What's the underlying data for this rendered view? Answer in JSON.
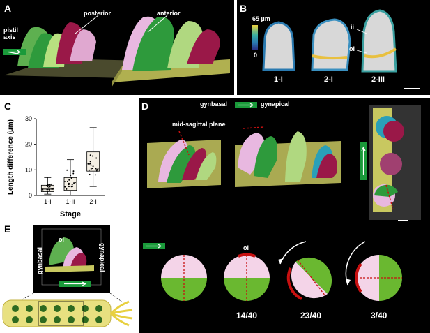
{
  "panel_labels": {
    "a": "A",
    "b": "B",
    "c": "C",
    "d": "D",
    "e": "E"
  },
  "panel_a": {
    "pistil_axis": "pistil\naxis",
    "posterior": "posterior",
    "anterior": "anterior"
  },
  "panel_b": {
    "scale_max": "65 µm",
    "scale_min": "0",
    "stages": [
      "1-I",
      "2-I",
      "2-III"
    ],
    "ii": "ii",
    "oi": "oi"
  },
  "panel_c": {
    "chart_data": {
      "type": "box",
      "ylabel": "Length difference (µm)",
      "xlabel": "Stage",
      "categories": [
        "1-I",
        "1-II",
        "2-I"
      ],
      "yticks": [
        0,
        10,
        20,
        30
      ],
      "ylim": [
        0,
        30
      ],
      "boxes": [
        {
          "name": "1-I",
          "min": 0.5,
          "q1": 1.5,
          "median": 2.5,
          "q3": 4,
          "max": 7
        },
        {
          "name": "1-II",
          "min": 0,
          "q1": 2,
          "median": 4.5,
          "q3": 7,
          "max": 14
        },
        {
          "name": "2-I",
          "min": 3.5,
          "q1": 9.5,
          "median": 13.5,
          "q3": 17,
          "max": 26.5
        }
      ]
    }
  },
  "panel_d": {
    "gynbasal": "gynbasal",
    "gynapical": "gynapical",
    "midsagittal": "mid-sagittal plane",
    "oi": "oi",
    "fractions": [
      "14/40",
      "23/40",
      "3/40"
    ]
  },
  "panel_e": {
    "oi": "oi",
    "gynbasal": "gynbasal",
    "gynapical": "gynapical"
  },
  "colors": {
    "green": "#4aa84a",
    "pink": "#e8b0d8",
    "magenta": "#a02050",
    "yellow": "#c8c850",
    "cyan": "#30a0b8",
    "red": "#c81010",
    "arrow_green": "#1a9a3a"
  }
}
